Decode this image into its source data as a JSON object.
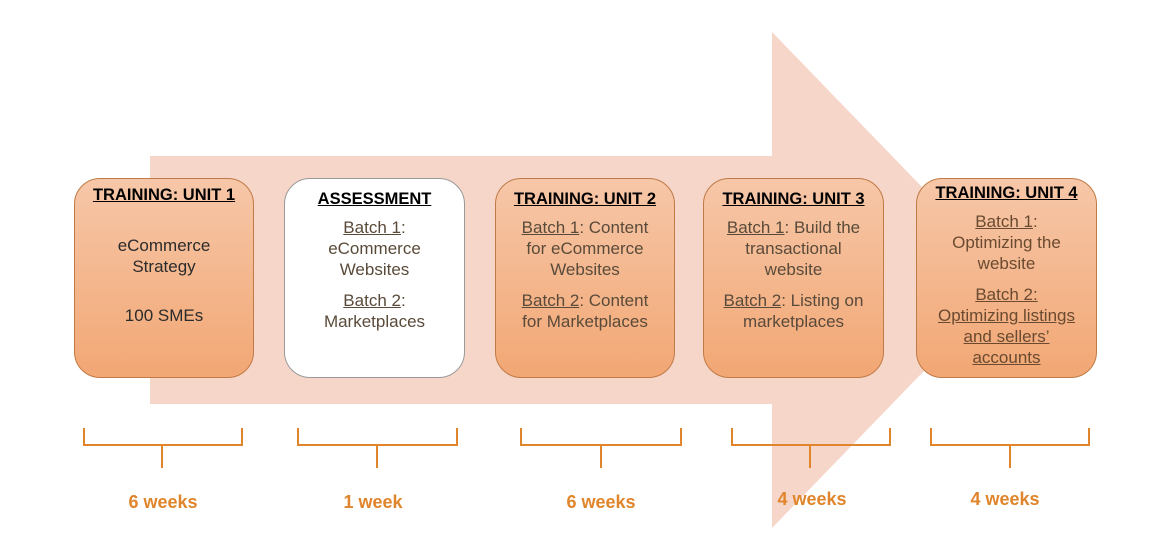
{
  "colors": {
    "arrow": "#f6d6c8",
    "box_top": "#f6c7a8",
    "box_bottom": "#f2a774",
    "bracket": "#e0852b",
    "weeks_text": "#e0852b"
  },
  "stages": [
    {
      "title": "TRAINING: UNIT 1",
      "text": [
        "eCommerce",
        "Strategy"
      ],
      "count": "100 SMEs",
      "duration": "6 weeks"
    },
    {
      "title": "ASSESSMENT",
      "batch1_label": "Batch 1",
      "batch1_rest": ":",
      "batch1_lines": [
        "eCommerce",
        "Websites"
      ],
      "batch2_label": "Batch 2",
      "batch2_rest": ":",
      "batch2_lines": [
        "Marketplaces"
      ],
      "duration": "1 week"
    },
    {
      "title": "TRAINING: UNIT 2",
      "batch1_label": "Batch 1",
      "batch1_rest": ": Content",
      "batch1_lines": [
        "for eCommerce",
        "Websites"
      ],
      "batch2_label": "Batch 2",
      "batch2_rest": ": Content",
      "batch2_lines": [
        "for Marketplaces"
      ],
      "duration": "6 weeks"
    },
    {
      "title": "TRAINING: UNIT 3",
      "batch1_label": "Batch 1",
      "batch1_rest": ": Build the",
      "batch1_lines": [
        "transactional",
        "website"
      ],
      "batch2_label": "Batch 2",
      "batch2_rest": ": Listing on",
      "batch2_lines": [
        "marketplaces"
      ],
      "duration": "4 weeks"
    },
    {
      "title": "TRAINING: UNIT 4",
      "batch1_label": "Batch 1",
      "batch1_rest": ":",
      "batch1_lines": [
        "Optimizing the",
        "website"
      ],
      "batch2_label": "Batch 2:",
      "batch2_lines": [
        "Optimizing listings",
        "and sellers’",
        "accounts"
      ],
      "duration": "4 weeks"
    }
  ]
}
